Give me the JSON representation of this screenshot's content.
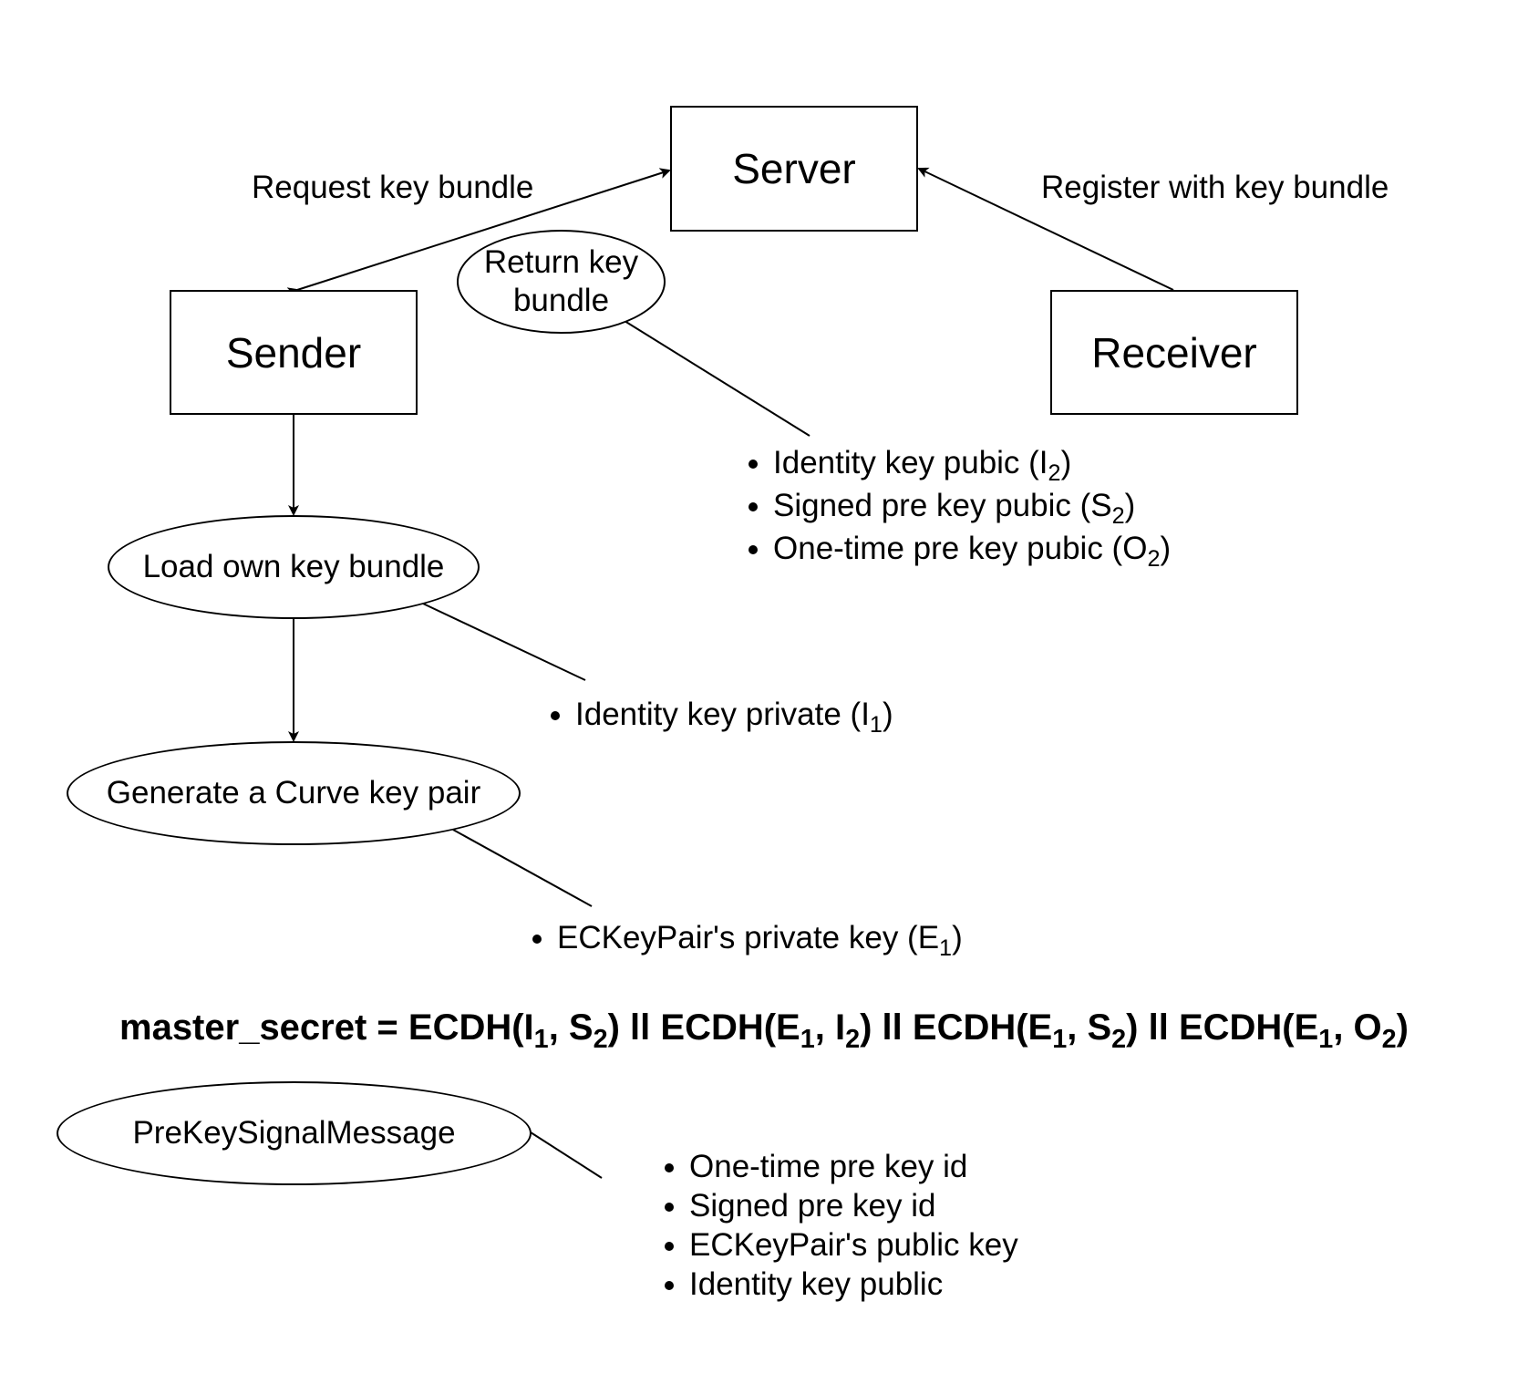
{
  "nodes": {
    "server": "Server",
    "sender": "Sender",
    "receiver": "Receiver",
    "return_key_bundle_line1": "Return key",
    "return_key_bundle_line2": "bundle",
    "load_own_key_bundle": "Load own key bundle",
    "generate_curve_key_pair": "Generate a Curve key pair",
    "pre_key_signal_message": "PreKeySignalMessage"
  },
  "edge_labels": {
    "request_key_bundle": "Request key bundle",
    "register_with_key_bundle": "Register with key bundle"
  },
  "returned_bundle_items": [
    {
      "text": "Identity key pubic (I",
      "sub": "2",
      "suffix": ")"
    },
    {
      "text": "Signed pre key pubic (S",
      "sub": "2",
      "suffix": ")"
    },
    {
      "text": "One-time pre key pubic (O",
      "sub": "2",
      "suffix": ")"
    }
  ],
  "own_bundle_items": [
    {
      "text": "Identity key private (I",
      "sub": "1",
      "suffix": ")"
    }
  ],
  "key_pair_items": [
    {
      "text": "ECKeyPair's private key (E",
      "sub": "1",
      "suffix": ")"
    }
  ],
  "formula": {
    "p1": "master_secret = ECDH(I",
    "s1": "1",
    "p2": ", S",
    "s2": "2",
    "p3": ") ll ECDH(E",
    "s3": "1",
    "p4": ", I",
    "s4": "2",
    "p5": ") ll ECDH(E",
    "s5": "1",
    "p6": ", S",
    "s6": "2",
    "p7": ") ll ECDH(E",
    "s7": "1",
    "p8": ", O",
    "s8": "2",
    "p9": ")"
  },
  "message_items": [
    "One-time pre key id",
    "Signed pre key id",
    "ECKeyPair's public key",
    "Identity key public"
  ]
}
